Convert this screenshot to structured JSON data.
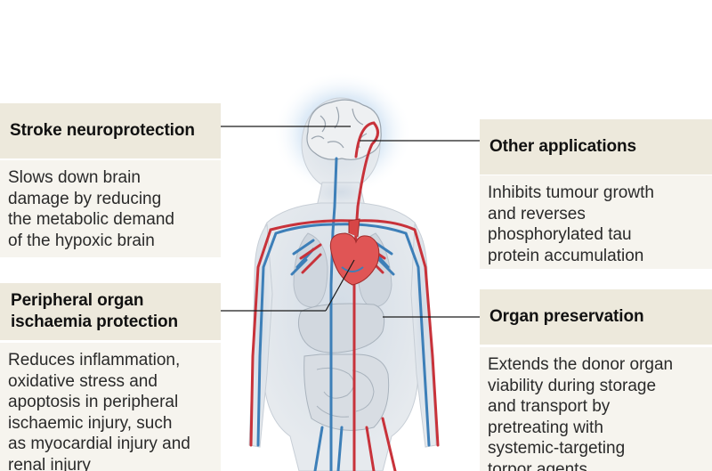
{
  "panels": {
    "stroke": {
      "title": "Stroke neuroprotection",
      "text": "Slows down brain\ndamage by reducing\nthe metabolic demand\nof the hypoxic brain"
    },
    "peripheral": {
      "title": "Peripheral organ\nischaemia protection",
      "text": "Reduces inflammation,\noxidative stress and\napoptosis in peripheral\nischaemic injury, such\nas myocardial injury and\nrenal injury"
    },
    "other": {
      "title": "Other applications",
      "text": "Inhibits tumour growth\nand reverses\nphosphorylated tau\nprotein accumulation"
    },
    "organ": {
      "title": "Organ preservation",
      "text": "Extends the donor organ\nviability during storage\nand transport by\npretreating with\nsystemic-targeting\ntorpor agents"
    }
  },
  "colors": {
    "heading_bg": "#ede9dc",
    "text_bg": "#f6f4ee",
    "artery": "#c8323a",
    "vein": "#3d7fb8",
    "body_fill": "#dde2e8",
    "brain_glow": "#bcd6ee",
    "heart": "#e05555"
  }
}
